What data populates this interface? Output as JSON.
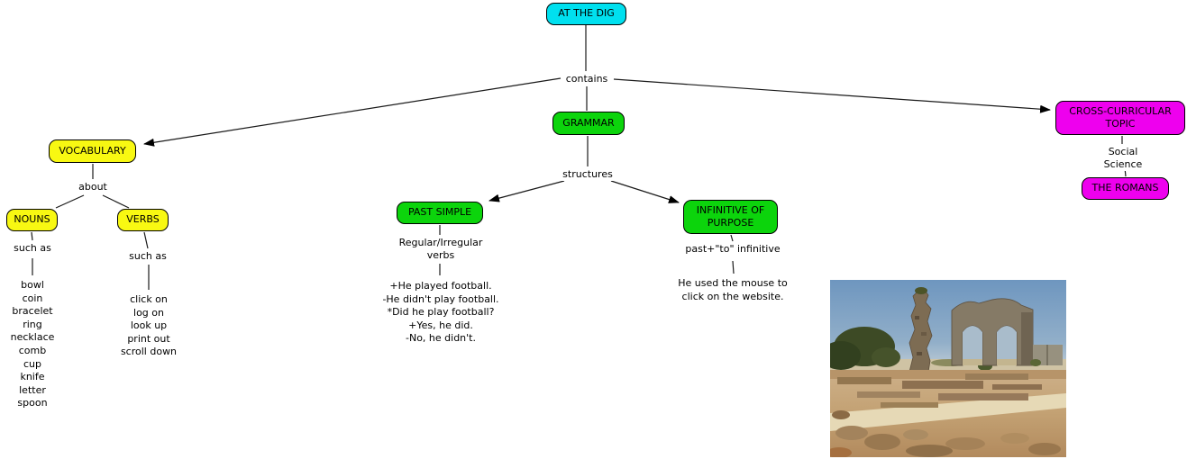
{
  "nodes": {
    "at_the_dig": "AT THE DIG",
    "vocabulary": "VOCABULARY",
    "grammar": "GRAMMAR",
    "cross_curricular_topic": "CROSS-CURRICULAR\nTOPIC",
    "nouns": "NOUNS",
    "verbs": "VERBS",
    "past_simple": "PAST SIMPLE",
    "infinitive_of_purpose": "INFINITIVE OF\nPURPOSE",
    "the_romans": "THE ROMANS"
  },
  "link_labels": {
    "contains": "contains",
    "about": "about",
    "structures": "structures",
    "nouns_such_as": "such as",
    "verbs_such_as": "such as",
    "regular_irregular_verbs": "Regular/Irregular\nverbs",
    "past_to_infinitive": "past+\"to\" infinitive",
    "social_science": "Social Science"
  },
  "lists": {
    "noun_examples": "bowl\ncoin\nbracelet\nring\nnecklace\ncomb\ncup\nknife\nletter\nspoon",
    "verb_examples": "click on\nlog on\nlook up\nprint out\nscroll down",
    "past_simple_examples": "+He played football.\n-He didn't play football.\n*Did he play football?\n+Yes, he did.\n-No, he didn't.",
    "infinitive_example": "He used the mouse to\nclick on the website."
  },
  "icons": {
    "photo": "roman-ruins-photo"
  },
  "colors": {
    "cyan_node": "#00e0ef",
    "yellow_node": "#f8f812",
    "green_node": "#0cd40c",
    "magenta_node": "#ee00ee",
    "line": "#000000",
    "background": "#ffffff"
  }
}
